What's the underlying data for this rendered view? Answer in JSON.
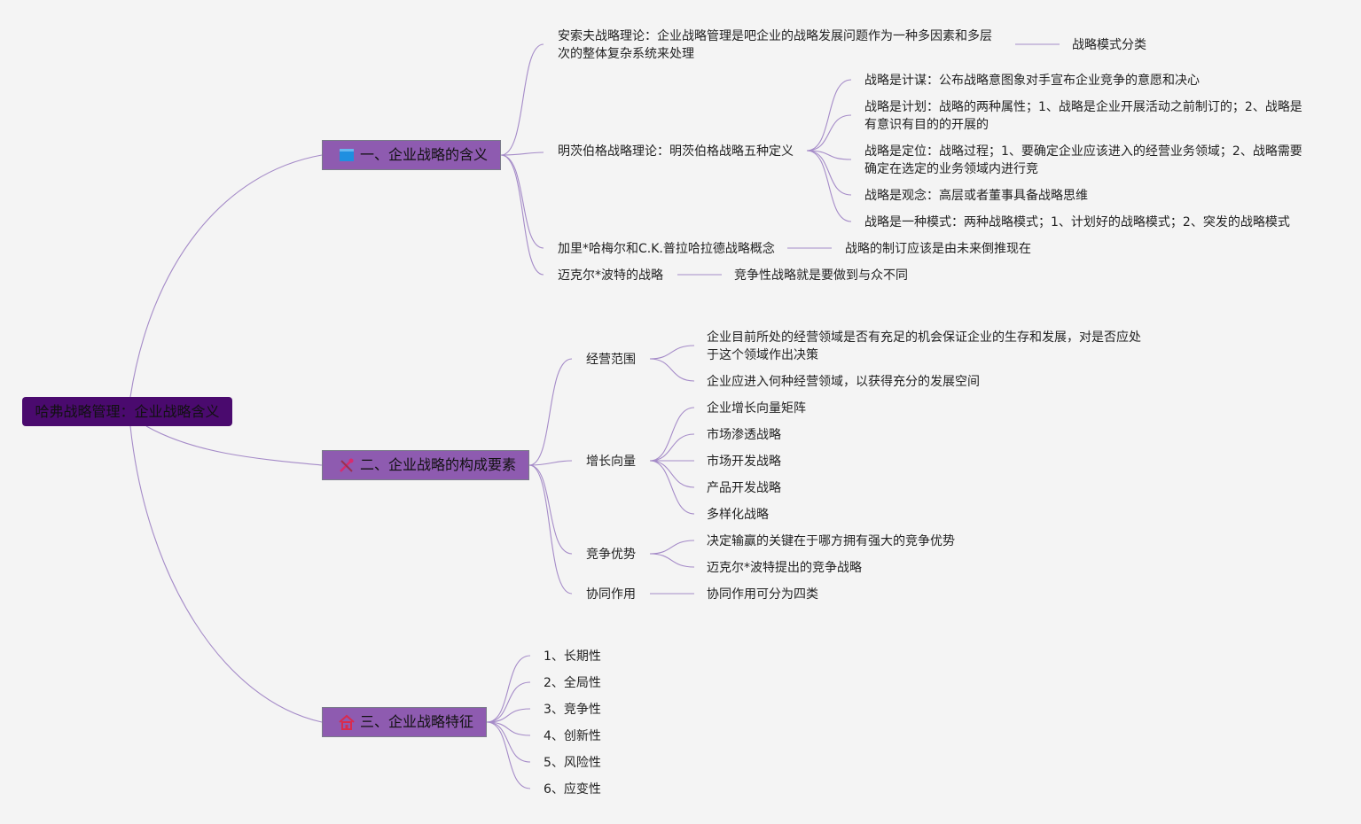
{
  "root": "哈弗战略管理：企业战略含义",
  "colors": {
    "line": "#a58bc8",
    "root_bg": "#4a0a6e",
    "branch_bg": "#8e5bb0"
  },
  "branches": [
    {
      "label": "一、企业战略的含义",
      "icon": "blue-square-icon",
      "children": [
        {
          "text": "安索夫战略理论：企业战略管理是吧企业的战略发展问题作为一种多因素和多层次的整体复杂系统来处理",
          "sub": [
            "战略模式分类"
          ]
        },
        {
          "text": "明茨伯格战略理论：明茨伯格战略五种定义",
          "sub": [
            "战略是计谋：公布战略意图象对手宣布企业竞争的意愿和决心",
            "战略是计划：战略的两种属性；1、战略是企业开展活动之前制订的；2、战略是有意识有目的的开展的",
            "战略是定位：战略过程；1、要确定企业应该进入的经营业务领域；2、战略需要确定在选定的业务领域内进行竞",
            "战略是观念：高层或者董事具备战略思维",
            "战略是一种模式：两种战略模式；1、计划好的战略模式；2、突发的战略模式"
          ]
        },
        {
          "text": "加里*哈梅尔和C.K.普拉哈拉德战略概念",
          "sub": [
            "战略的制订应该是由未来倒推现在"
          ]
        },
        {
          "text": "迈克尔*波特的战略",
          "sub": [
            "竞争性战略就是要做到与众不同"
          ]
        }
      ]
    },
    {
      "label": "二、企业战略的构成要素",
      "icon": "tools-icon",
      "children": [
        {
          "text": "经营范围",
          "sub": [
            "企业目前所处的经营领域是否有充足的机会保证企业的生存和发展，对是否应处于这个领域作出决策",
            "企业应进入何种经营领域，以获得充分的发展空间"
          ]
        },
        {
          "text": "增长向量",
          "sub": [
            "企业增长向量矩阵",
            "市场渗透战略",
            "市场开发战略",
            "产品开发战略",
            "多样化战略"
          ]
        },
        {
          "text": "竞争优势",
          "sub": [
            "决定输赢的关键在于哪方拥有强大的竞争优势",
            "迈克尔*波特提出的竞争战略"
          ]
        },
        {
          "text": "协同作用",
          "sub": [
            "协同作用可分为四类"
          ]
        }
      ]
    },
    {
      "label": "三、企业战略特征",
      "icon": "house-icon",
      "children": [
        {
          "text": "1、长期性",
          "sub": []
        },
        {
          "text": "2、全局性",
          "sub": []
        },
        {
          "text": "3、竞争性",
          "sub": []
        },
        {
          "text": "4、创新性",
          "sub": []
        },
        {
          "text": "5、风险性",
          "sub": []
        },
        {
          "text": "6、应变性",
          "sub": []
        }
      ]
    }
  ]
}
